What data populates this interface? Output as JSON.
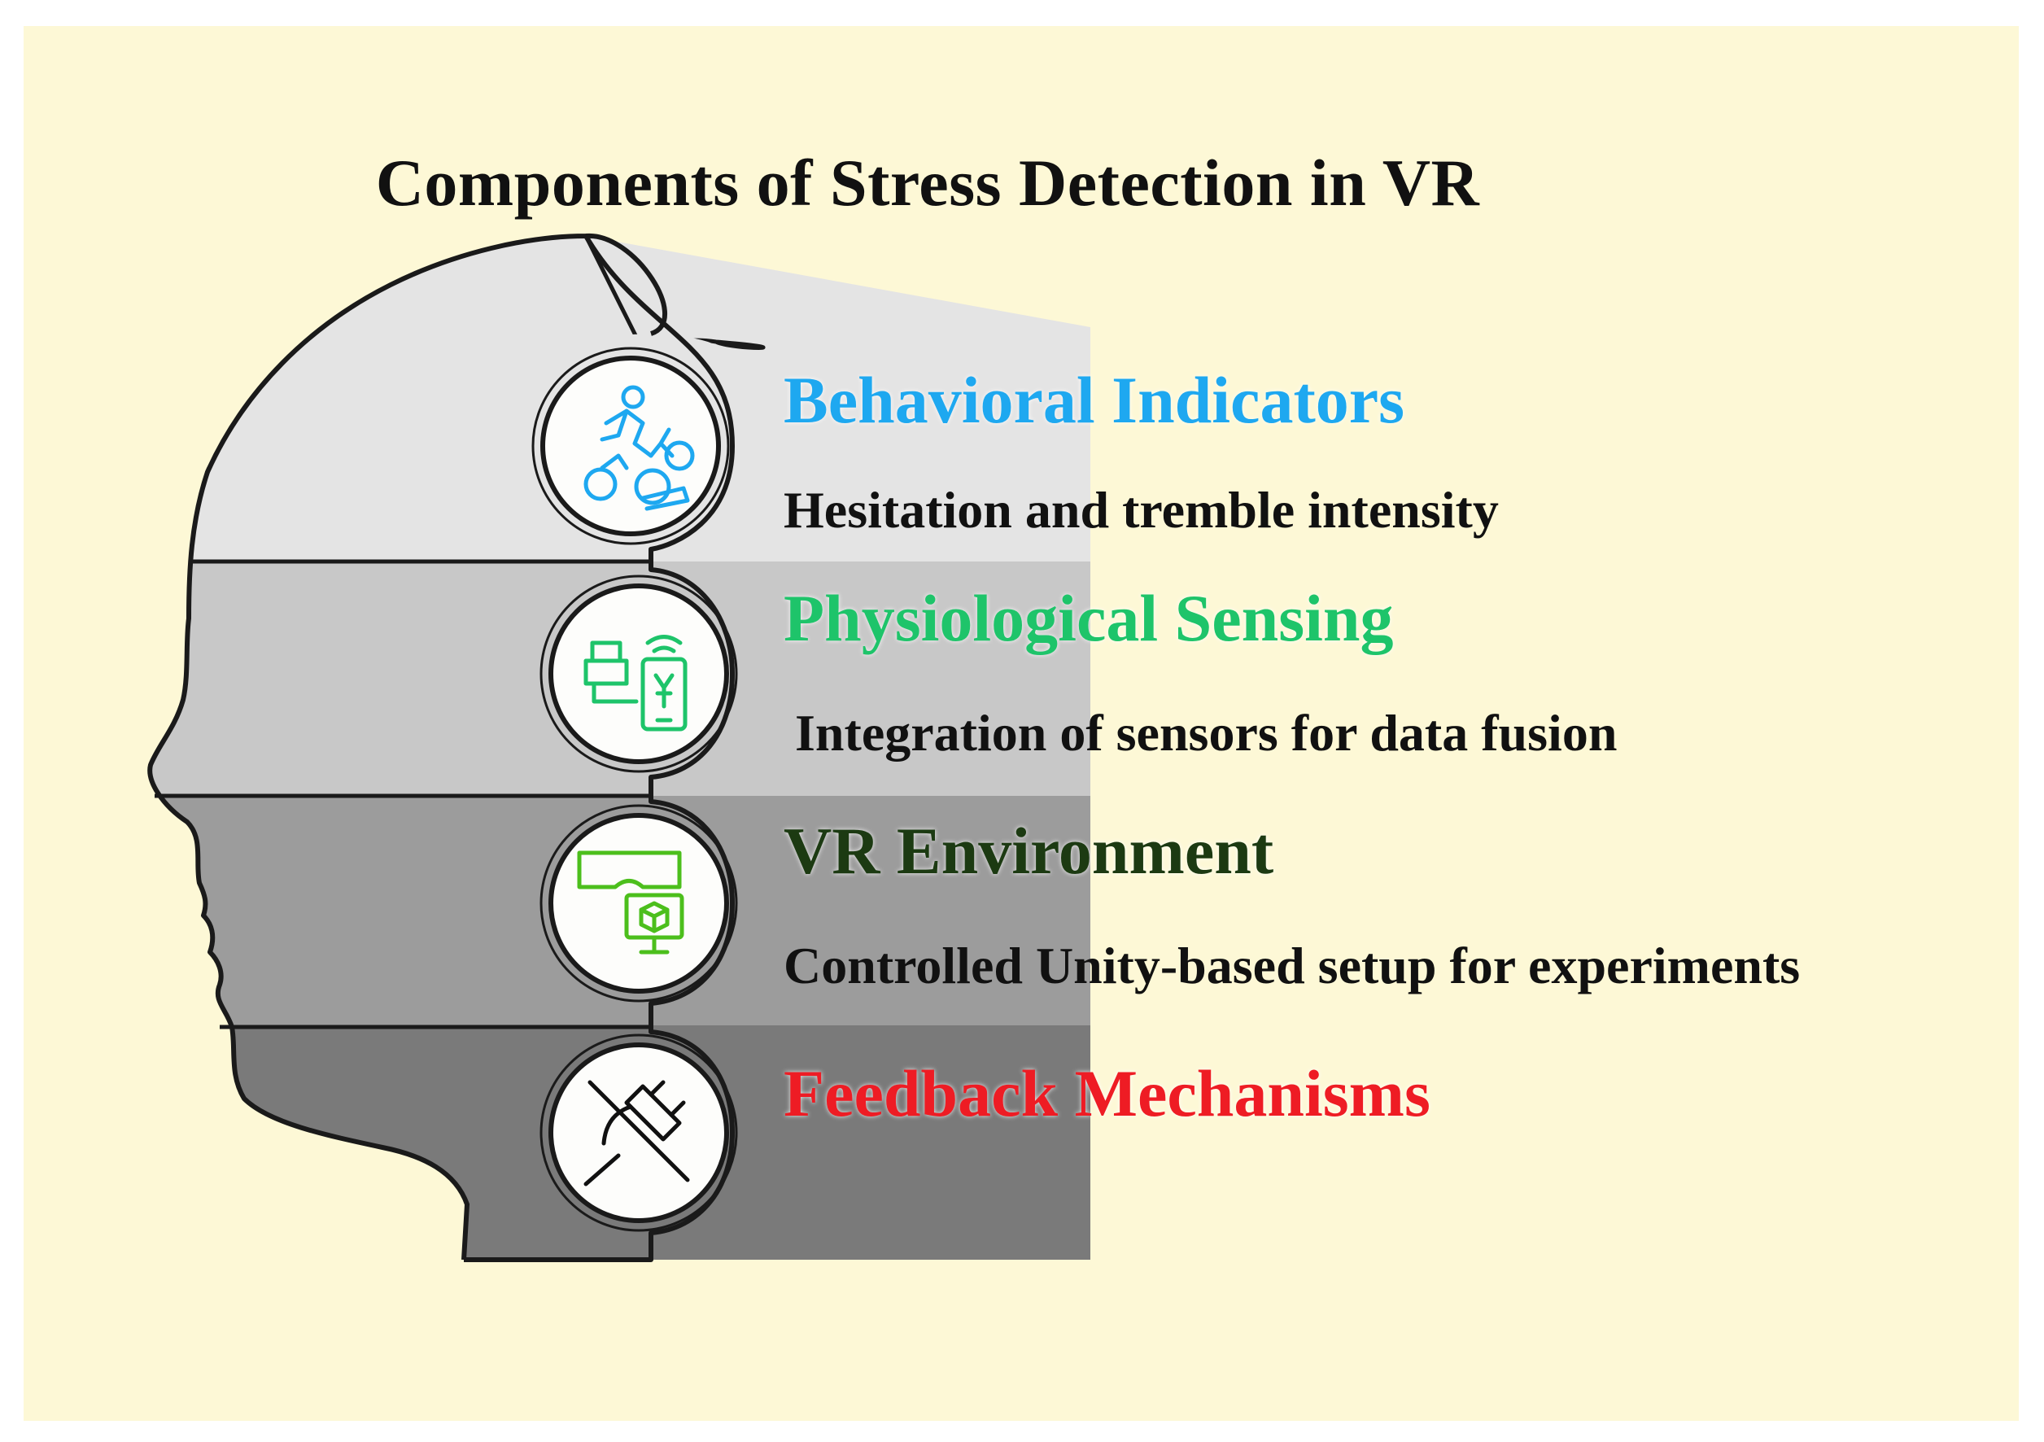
{
  "title": "Components of Stress Detection in VR",
  "components": [
    {
      "heading": "Behavioral Indicators",
      "description": "Hesitation and tremble intensity",
      "color": "#1ea8f0",
      "icon": "cyclist-running-icon"
    },
    {
      "heading": "Physiological Sensing",
      "description": "Integration of sensors for data fusion",
      "color": "#1ec46a",
      "icon": "sensor-phone-icon"
    },
    {
      "heading": "VR Environment",
      "description": "Controlled Unity-based setup for experiments",
      "color": "#1c3a12",
      "icon": "vr-headset-monitor-icon"
    },
    {
      "heading": "Feedback Mechanisms",
      "description": "",
      "color": "#ee1c24",
      "icon": "disconnected-plug-icon"
    }
  ],
  "colors": {
    "background": "#fdf8d6",
    "band_1": "#e4e4e4",
    "band_2": "#c8c8c8",
    "band_3": "#9c9c9c",
    "band_4": "#7a7a7a",
    "outline": "#1a1a1a"
  }
}
